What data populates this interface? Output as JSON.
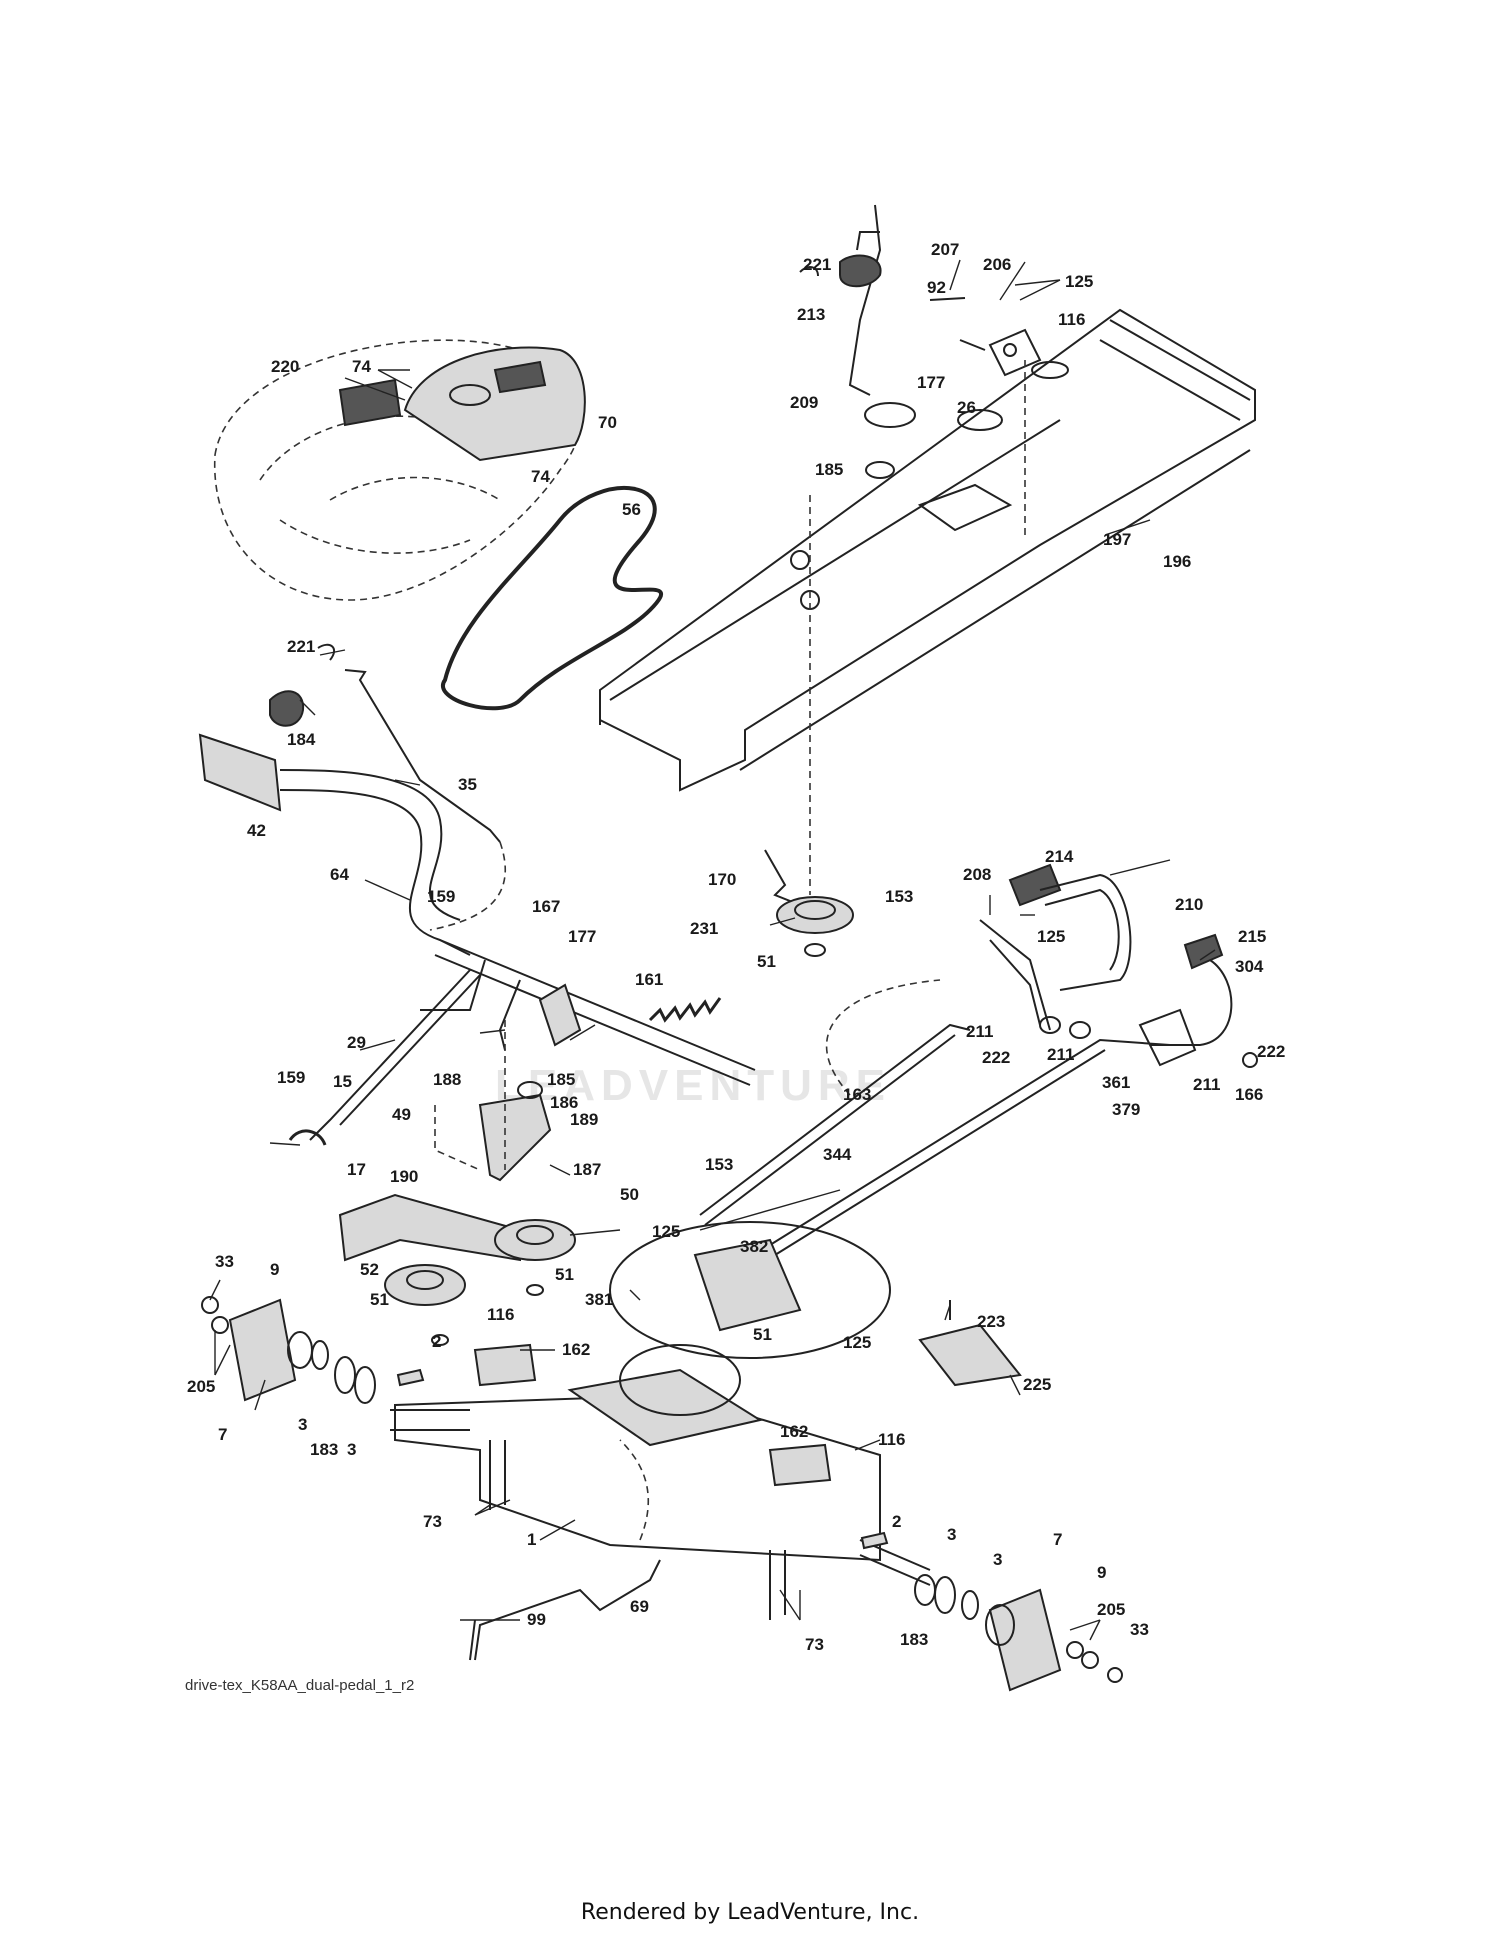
{
  "diagram_name": "drive-tex_K58AA_dual-pedal_1_r2",
  "footer": "Rendered by LeadVenture, Inc.",
  "watermark": "LEADVENTURE",
  "part_labels": [
    {
      "id": "l221a",
      "text": "221"
    },
    {
      "id": "l213",
      "text": "213"
    },
    {
      "id": "l207",
      "text": "207"
    },
    {
      "id": "l92",
      "text": "92"
    },
    {
      "id": "l206",
      "text": "206"
    },
    {
      "id": "l125a",
      "text": "125"
    },
    {
      "id": "l116a",
      "text": "116"
    },
    {
      "id": "l177a",
      "text": "177"
    },
    {
      "id": "l26",
      "text": "26"
    },
    {
      "id": "l209",
      "text": "209"
    },
    {
      "id": "l220",
      "text": "220"
    },
    {
      "id": "l74a",
      "text": "74"
    },
    {
      "id": "l70",
      "text": "70"
    },
    {
      "id": "l74b",
      "text": "74"
    },
    {
      "id": "l185a",
      "text": "185"
    },
    {
      "id": "l56",
      "text": "56"
    },
    {
      "id": "l197",
      "text": "197"
    },
    {
      "id": "l196",
      "text": "196"
    },
    {
      "id": "l221b",
      "text": "221"
    },
    {
      "id": "l184",
      "text": "184"
    },
    {
      "id": "l35",
      "text": "35"
    },
    {
      "id": "l42",
      "text": "42"
    },
    {
      "id": "l170",
      "text": "170"
    },
    {
      "id": "l214",
      "text": "214"
    },
    {
      "id": "l153a",
      "text": "153"
    },
    {
      "id": "l208",
      "text": "208"
    },
    {
      "id": "l210",
      "text": "210"
    },
    {
      "id": "l64",
      "text": "64"
    },
    {
      "id": "l159a",
      "text": "159"
    },
    {
      "id": "l167",
      "text": "167"
    },
    {
      "id": "l177b",
      "text": "177"
    },
    {
      "id": "l231",
      "text": "231"
    },
    {
      "id": "l125b",
      "text": "125"
    },
    {
      "id": "l215",
      "text": "215"
    },
    {
      "id": "l304",
      "text": "304"
    },
    {
      "id": "l51a",
      "text": "51"
    },
    {
      "id": "l161",
      "text": "161"
    },
    {
      "id": "l211a",
      "text": "211"
    },
    {
      "id": "l222a",
      "text": "222"
    },
    {
      "id": "l211b",
      "text": "211"
    },
    {
      "id": "l29",
      "text": "29"
    },
    {
      "id": "l188",
      "text": "188"
    },
    {
      "id": "l185b",
      "text": "185"
    },
    {
      "id": "l222b",
      "text": "222"
    },
    {
      "id": "l361",
      "text": "361"
    },
    {
      "id": "l211c",
      "text": "211"
    },
    {
      "id": "l159b",
      "text": "159"
    },
    {
      "id": "l15",
      "text": "15"
    },
    {
      "id": "l186",
      "text": "186"
    },
    {
      "id": "l163",
      "text": "163"
    },
    {
      "id": "l379",
      "text": "379"
    },
    {
      "id": "l166",
      "text": "166"
    },
    {
      "id": "l49",
      "text": "49"
    },
    {
      "id": "l189",
      "text": "189"
    },
    {
      "id": "l17",
      "text": "17"
    },
    {
      "id": "l187",
      "text": "187"
    },
    {
      "id": "l153b",
      "text": "153"
    },
    {
      "id": "l344",
      "text": "344"
    },
    {
      "id": "l190",
      "text": "190"
    },
    {
      "id": "l50",
      "text": "50"
    },
    {
      "id": "l125c",
      "text": "125"
    },
    {
      "id": "l382",
      "text": "382"
    },
    {
      "id": "l33a",
      "text": "33"
    },
    {
      "id": "l9a",
      "text": "9"
    },
    {
      "id": "l52",
      "text": "52"
    },
    {
      "id": "l51b",
      "text": "51"
    },
    {
      "id": "l381",
      "text": "381"
    },
    {
      "id": "l51c",
      "text": "51"
    },
    {
      "id": "l51d",
      "text": "51"
    },
    {
      "id": "l116b",
      "text": "116"
    },
    {
      "id": "l125d",
      "text": "125"
    },
    {
      "id": "l223",
      "text": "223"
    },
    {
      "id": "l162a",
      "text": "162"
    },
    {
      "id": "l205a",
      "text": "205"
    },
    {
      "id": "l2a",
      "text": "2"
    },
    {
      "id": "l7a",
      "text": "7"
    },
    {
      "id": "l3a",
      "text": "3"
    },
    {
      "id": "l183a",
      "text": "183"
    },
    {
      "id": "l3b",
      "text": "3"
    },
    {
      "id": "l225",
      "text": "225"
    },
    {
      "id": "l162b",
      "text": "162"
    },
    {
      "id": "l116c",
      "text": "116"
    },
    {
      "id": "l73a",
      "text": "73"
    },
    {
      "id": "l1",
      "text": "1"
    },
    {
      "id": "l2b",
      "text": "2"
    },
    {
      "id": "l7b",
      "text": "7"
    },
    {
      "id": "l3c",
      "text": "3"
    },
    {
      "id": "l9b",
      "text": "9"
    },
    {
      "id": "l3d",
      "text": "3"
    },
    {
      "id": "l205b",
      "text": "205"
    },
    {
      "id": "l69",
      "text": "69"
    },
    {
      "id": "l99",
      "text": "99"
    },
    {
      "id": "l33b",
      "text": "33"
    },
    {
      "id": "l183b",
      "text": "183"
    },
    {
      "id": "l73b",
      "text": "73"
    }
  ]
}
